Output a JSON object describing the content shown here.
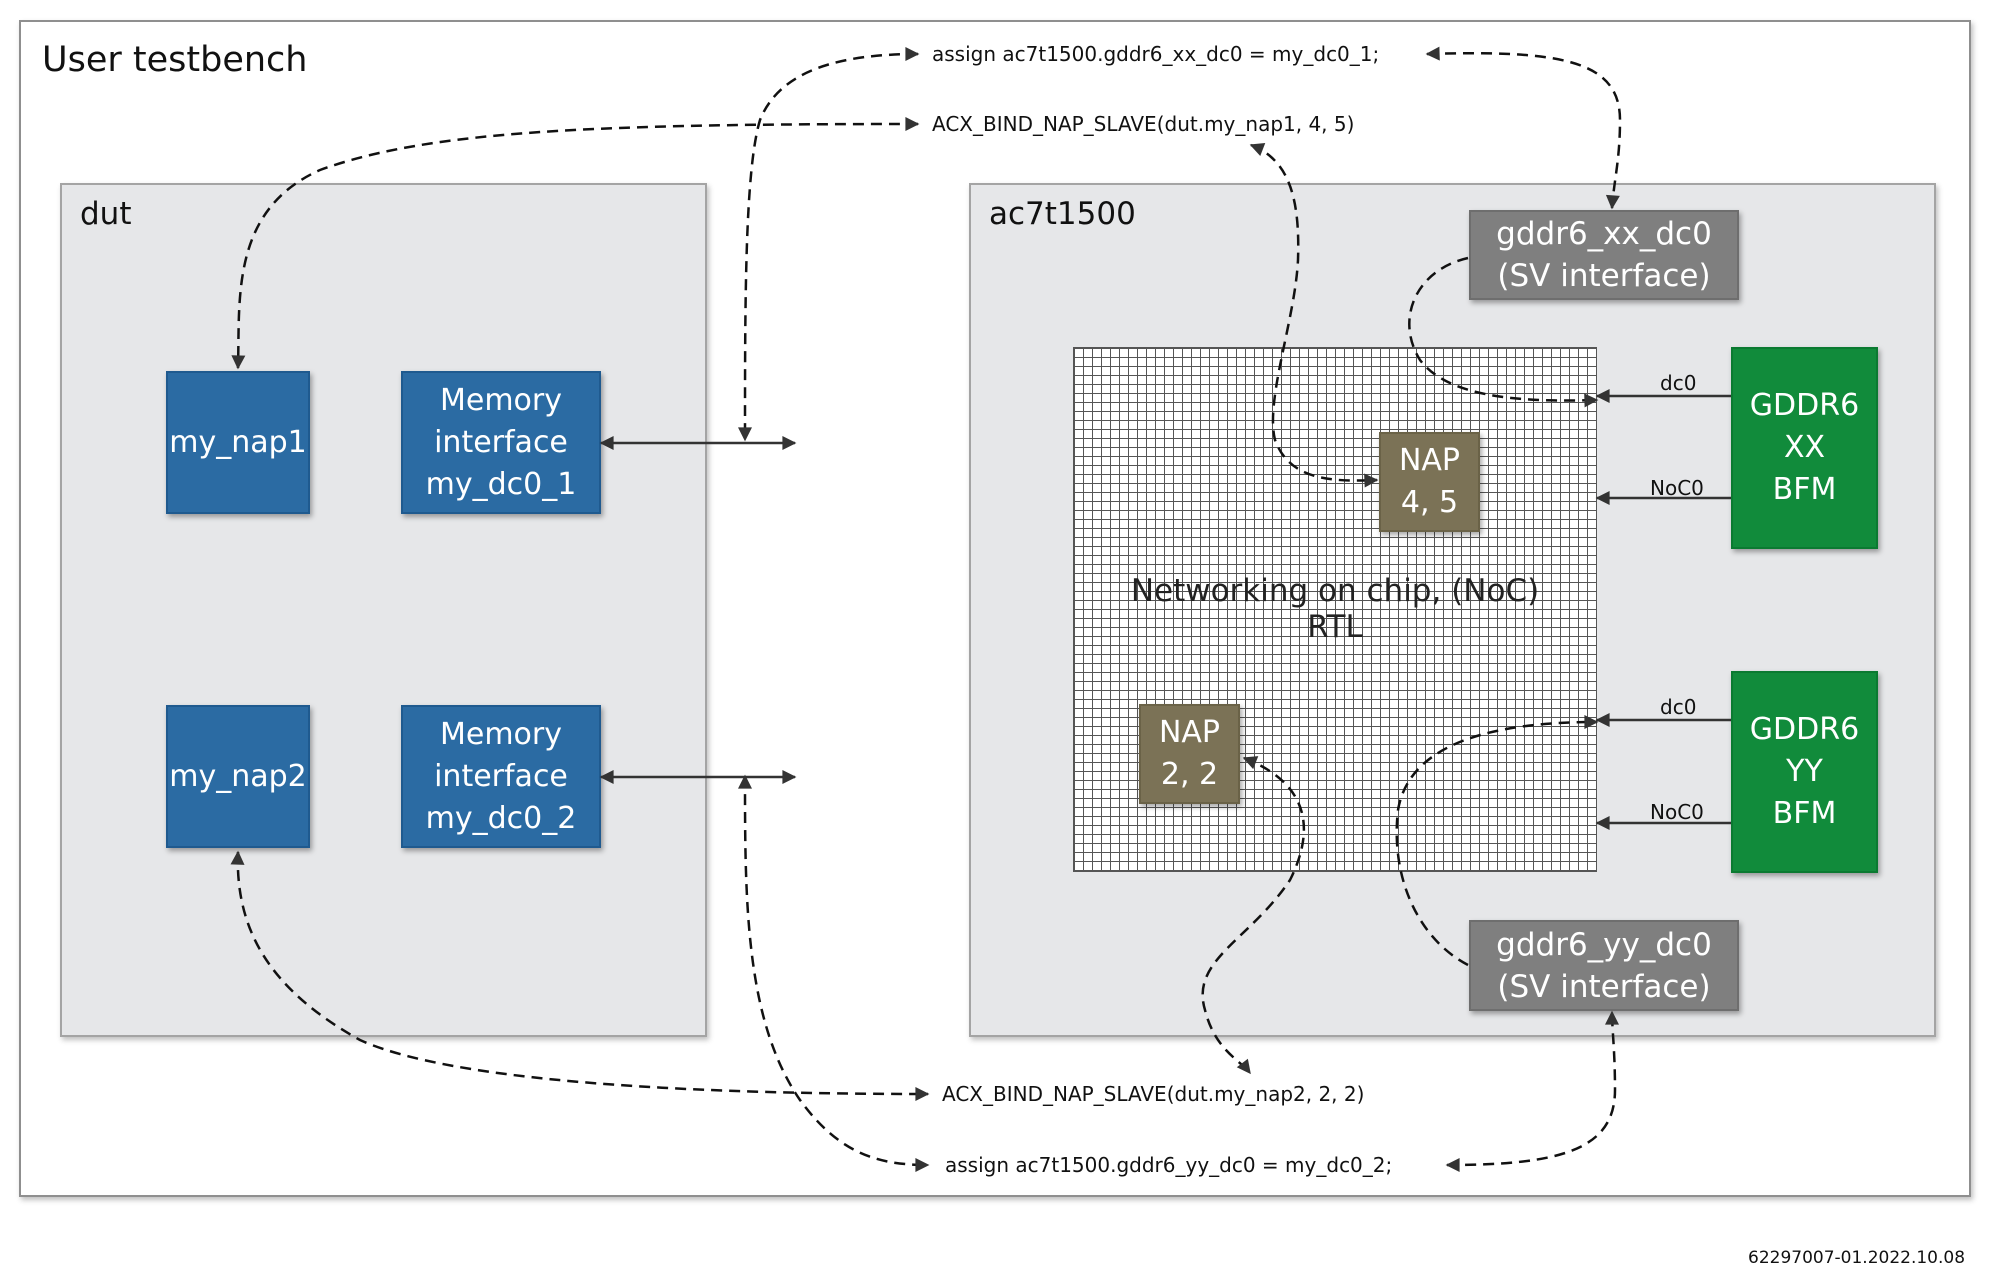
{
  "testbench": {
    "title": "User testbench"
  },
  "dut": {
    "title": "dut",
    "nap1": "my_nap1",
    "nap2": "my_nap2",
    "mem1": [
      "Memory",
      "interface",
      "my_dc0_1"
    ],
    "mem2": [
      "Memory",
      "interface",
      "my_dc0_2"
    ]
  },
  "device": {
    "title": "ac7t1500",
    "noc_lines": [
      "Networking on chip, (NoC)",
      "RTL"
    ],
    "nap45": [
      "NAP",
      "4, 5"
    ],
    "nap22": [
      "NAP",
      "2, 2"
    ],
    "sv_xx": [
      "gddr6_xx_dc0",
      "(SV interface)"
    ],
    "sv_yy": [
      "gddr6_yy_dc0",
      "(SV interface)"
    ],
    "bfm_xx": [
      "GDDR6",
      "XX",
      "BFM"
    ],
    "bfm_yy": [
      "GDDR6",
      "YY",
      "BFM"
    ],
    "port_dc0": "dc0",
    "port_noc0": "NoC0"
  },
  "code": {
    "assign_xx": "assign ac7t1500.gddr6_xx_dc0 = my_dc0_1;",
    "bind_nap1": "ACX_BIND_NAP_SLAVE(dut.my_nap1, 4, 5)",
    "bind_nap2": "ACX_BIND_NAP_SLAVE(dut.my_nap2, 2, 2)",
    "assign_yy": "assign ac7t1500.gddr6_yy_dc0 = my_dc0_2;"
  },
  "footer_id": "62297007-01.2022.10.08"
}
